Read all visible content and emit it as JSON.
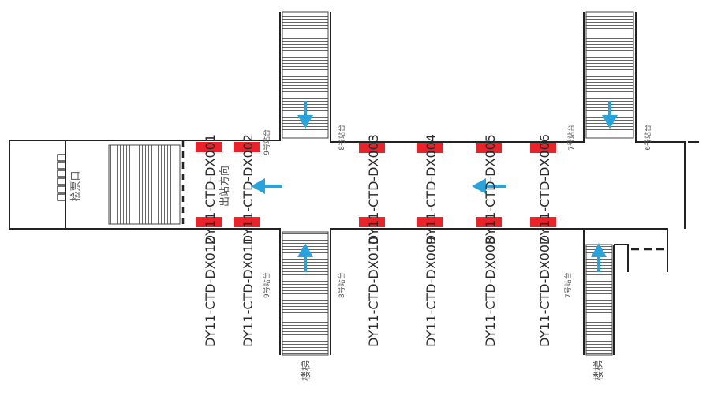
{
  "station_codes_top": [
    "DY11-CTD-DX001",
    "DY11-CTD-DX002",
    "DY11-CTD-DX003",
    "DY11-CTD-DX004",
    "DY11-CTD-DX005",
    "DY11-CTD-DX006"
  ],
  "station_codes_bottom": [
    "DY11-CTD-DX012",
    "DY11-CTD-DX011",
    "DY11-CTD-DX010",
    "DY11-CTD-DX009",
    "DY11-CTD-DX008",
    "DY11-CTD-DX007"
  ],
  "platform_labels": {
    "top_left": "9号站台",
    "top_mid": "8号站台",
    "top_right_a": "7号站台",
    "top_right_b": "6号站台",
    "bottom_left": "9号站台",
    "bottom_mid": "8号站台",
    "bottom_right": "7号站台"
  },
  "ticket_gate": "检票口",
  "exit_direction": "出站方向",
  "stairs_left": "楼梯",
  "stairs_right": "楼梯",
  "colors": {
    "marker": "#e8232a",
    "arrow": "#29a3dd",
    "wall": "#222222"
  }
}
